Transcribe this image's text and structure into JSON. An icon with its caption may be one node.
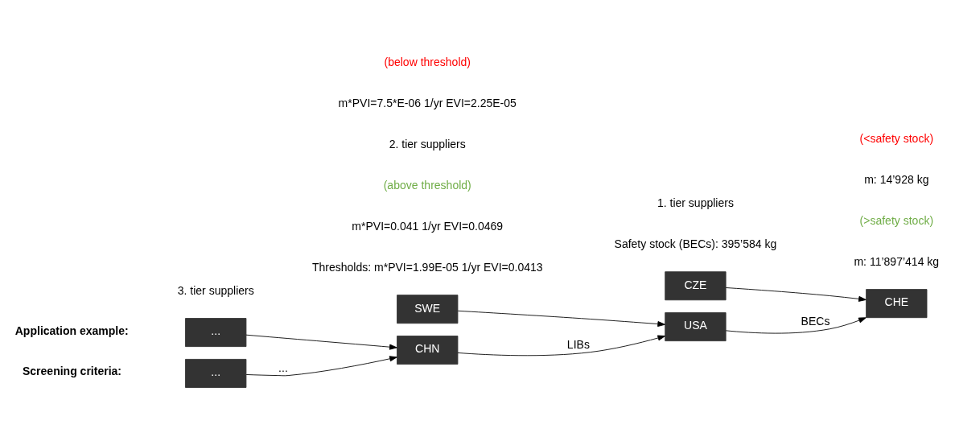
{
  "diagram": {
    "nodes": [
      {
        "text": [
          "..."
        ]
      },
      {
        "text": [
          "..."
        ]
      },
      {
        "text": [
          "CHN"
        ]
      },
      {
        "text": [
          "SWE"
        ]
      },
      {
        "text": [
          "USA"
        ]
      },
      {
        "text": [
          "CZE"
        ]
      },
      {
        "text": [
          "CHE"
        ]
      }
    ],
    "edges": [
      {
        "from": 0,
        "to": 2,
        "arrow": "to",
        "label": "..."
      },
      {
        "from": 1,
        "to": 2,
        "arrow": "to"
      },
      {
        "from": 2,
        "to": 4,
        "arrow": "to",
        "label": "LIBs"
      },
      {
        "from": 3,
        "to": 4,
        "arrow": "to"
      },
      {
        "from": 4,
        "to": 6,
        "arrow": "to",
        "label": "BECs"
      },
      {
        "from": 5,
        "to": 6,
        "arrow": "to"
      }
    ],
    "labels": [
      "Screening criteria:",
      "Thresholds: m*PVI=1.99E-05 1/yr EVI=0.0413",
      "Safety stock (BECs): 395’584 kg",
      "Application example:",
      "m*PVI=0.041 1/yr EVI=0.0469",
      "(above threshold)",
      "3. tier suppliers",
      "2. tier suppliers",
      "m: 11’897’414 kg",
      "(>safety stock)",
      "1. tier suppliers",
      "m*PVI=7.5*E-06 1/yr EVI=2.25E-05",
      "(below threshold)",
      "m: 14’928 kg",
      "(<safety stock)"
    ]
  }
}
